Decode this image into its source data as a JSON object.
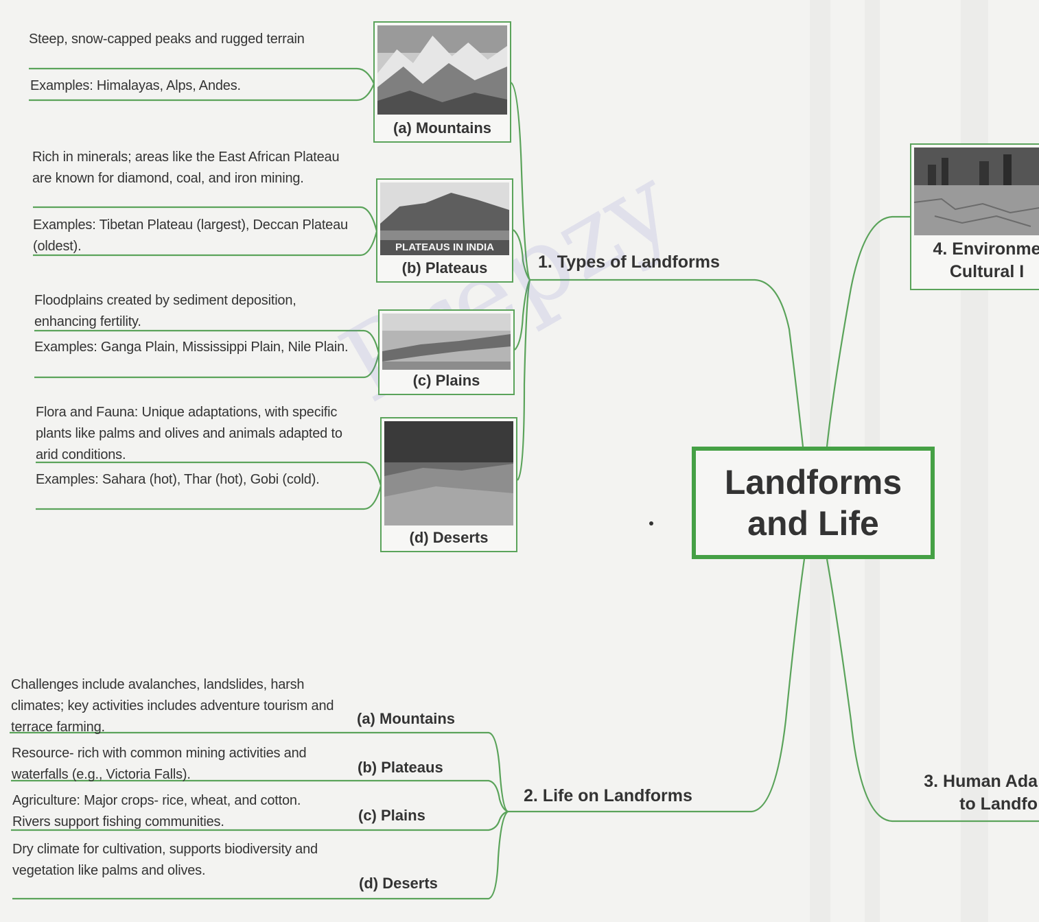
{
  "central": {
    "title": "Landforms and Life"
  },
  "branch1": {
    "label": "1. Types of Landforms",
    "items": [
      {
        "caption": "(a) Mountains",
        "notes": [
          "Steep, snow-capped peaks and rugged terrain",
          "Examples: Himalayas, Alps, Andes."
        ]
      },
      {
        "caption": "(b) Plateaus",
        "overlay": "PLATEAUS IN INDIA",
        "notes": [
          "Rich in minerals; areas like the East African Plateau are known for diamond, coal, and iron mining.",
          "Examples: Tibetan Plateau (largest), Deccan Plateau (oldest)."
        ]
      },
      {
        "caption": "(c) Plains",
        "notes": [
          "Floodplains created by sediment deposition, enhancing fertility.",
          "Examples: Ganga Plain, Mississippi Plain, Nile Plain."
        ]
      },
      {
        "caption": "(d) Deserts",
        "notes": [
          "Flora and Fauna: Unique adaptations, with specific plants like palms and olives and animals adapted to arid conditions.",
          "Examples: Sahara (hot), Thar (hot), Gobi (cold)."
        ]
      }
    ]
  },
  "branch2": {
    "label": "2. Life on Landforms",
    "items": [
      {
        "label": "(a) Mountains",
        "note": "Challenges include avalanches, landslides, harsh climates; key activities includes adventure tourism and terrace farming."
      },
      {
        "label": "(b) Plateaus",
        "note": "Resource- rich with common mining activities and waterfalls (e.g., Victoria Falls)."
      },
      {
        "label": "(c) Plains",
        "note": "Agriculture: Major crops- rice, wheat, and cotton. Rivers support fishing communities."
      },
      {
        "label": "(d) Deserts",
        "note": "Dry climate for cultivation, supports biodiversity and vegetation like palms and olives."
      }
    ]
  },
  "branch3": {
    "label_line1": "3. Human Ada",
    "label_line2": "to Landfo"
  },
  "branch4": {
    "label_line1": "4. Environme",
    "label_line2": "Cultural I"
  },
  "watermark": "Prepzy",
  "colors": {
    "link": "#5aa35a",
    "central_border": "#45a045"
  }
}
